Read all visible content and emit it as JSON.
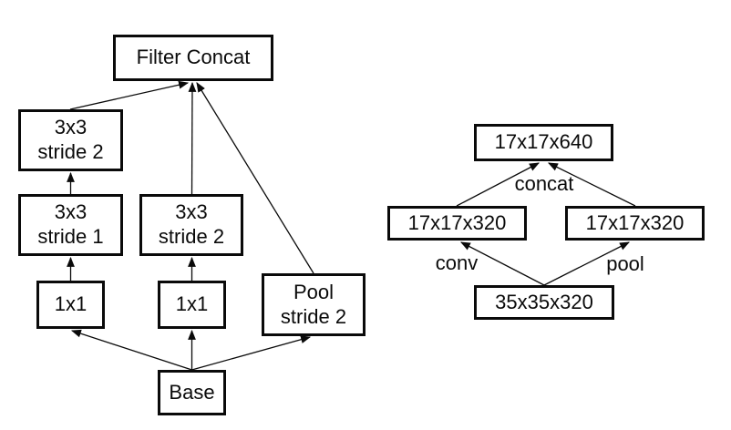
{
  "figure": {
    "left_diagram": {
      "description": "inception-reduction-module-graph",
      "boxes": {
        "filter_concat": "Filter Concat",
        "conv_3x3_stride2_upper": "3x3\nstride 2",
        "conv_3x3_stride1": "3x3\nstride 1",
        "conv_3x3_stride2_mid": "3x3\nstride 2",
        "conv_1x1_left": "1x1",
        "conv_1x1_mid": "1x1",
        "pool_stride2": "Pool\nstride 2",
        "base": "Base"
      }
    },
    "right_diagram": {
      "description": "tensor-size-transition-graph",
      "boxes": {
        "output": "17x17x640",
        "left_branch": "17x17x320",
        "right_branch": "17x17x320",
        "input": "35x35x320"
      },
      "edge_labels": {
        "concat": "concat",
        "conv": "conv",
        "pool": "pool"
      }
    },
    "colors": {
      "line": "#0a0a0a",
      "box_border": "#0a0a0a",
      "box_background": "#ffffff",
      "page_background": "#ffffff",
      "text": "#0a0a0a"
    }
  }
}
